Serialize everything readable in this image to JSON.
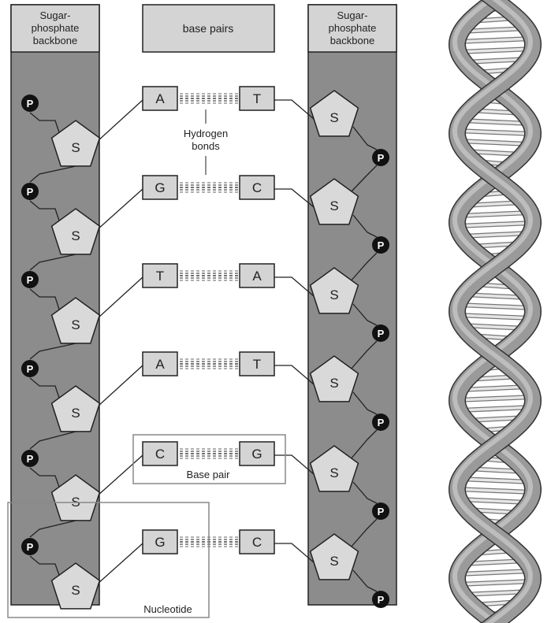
{
  "left_backbone_label": [
    "Sugar-",
    "phosphate",
    "backbone"
  ],
  "right_backbone_label": [
    "Sugar-",
    "phosphate",
    "backbone"
  ],
  "base_pairs_header": "base pairs",
  "hydrogen_bonds_label": [
    "Hydrogen",
    "bonds"
  ],
  "base_pair_label": "Base pair",
  "nucleotide_label": "Nucleotide",
  "phosphate_letter": "P",
  "sugar_letter": "S",
  "pairs": [
    {
      "left": "A",
      "right": "T"
    },
    {
      "left": "G",
      "right": "C"
    },
    {
      "left": "T",
      "right": "A"
    },
    {
      "left": "A",
      "right": "T"
    },
    {
      "left": "C",
      "right": "G"
    },
    {
      "left": "G",
      "right": "C"
    }
  ],
  "colors": {
    "backbone_fill": "#8c8c8c",
    "box_fill": "#d4d4d4",
    "sugar_fill": "#d9d9d9",
    "phosphate_fill": "#111111",
    "line": "#222222",
    "helix_strand": "#9a9a9a",
    "helix_rung": "#e6e6e6"
  }
}
